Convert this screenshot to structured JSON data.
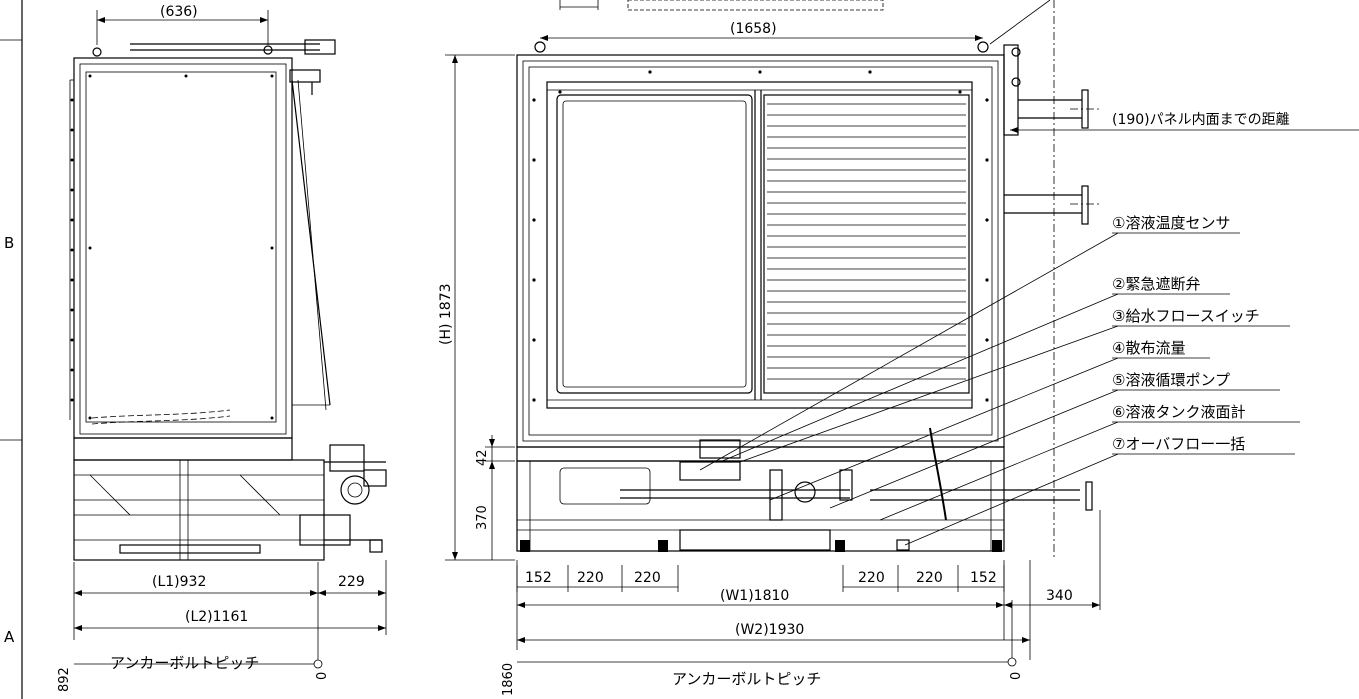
{
  "zones": {
    "b": "B",
    "a": "A"
  },
  "side_view": {
    "top_dim": "(636)",
    "l1": "(L1)932",
    "side_229": "229",
    "l2": "(L2)1161",
    "anchor_label": "アンカーボルトピッチ",
    "anchor_value": "892",
    "zero": "0"
  },
  "front_view": {
    "top_dim": "(1658)",
    "height": "(H) 1873",
    "dim_42": "42",
    "dim_370": "370",
    "pitch": [
      "152",
      "220",
      "220",
      "220",
      "220",
      "152"
    ],
    "w1": "(W1)1810",
    "w2": "(W2)1930",
    "right_340": "340",
    "panel_distance": "(190)パネル内面までの距離",
    "anchor_label": "アンカーボルトピッチ",
    "anchor_value": "1860",
    "zero": "0"
  },
  "callouts": [
    {
      "label": "①溶液温度センサ"
    },
    {
      "label": "②緊急遮断弁"
    },
    {
      "label": "③給水フロースイッチ"
    },
    {
      "label": "④散布流量"
    },
    {
      "label": "⑤溶液循環ポンプ"
    },
    {
      "label": "⑥溶液タンク液面計"
    },
    {
      "label": "⑦オーバフロー一括"
    }
  ]
}
